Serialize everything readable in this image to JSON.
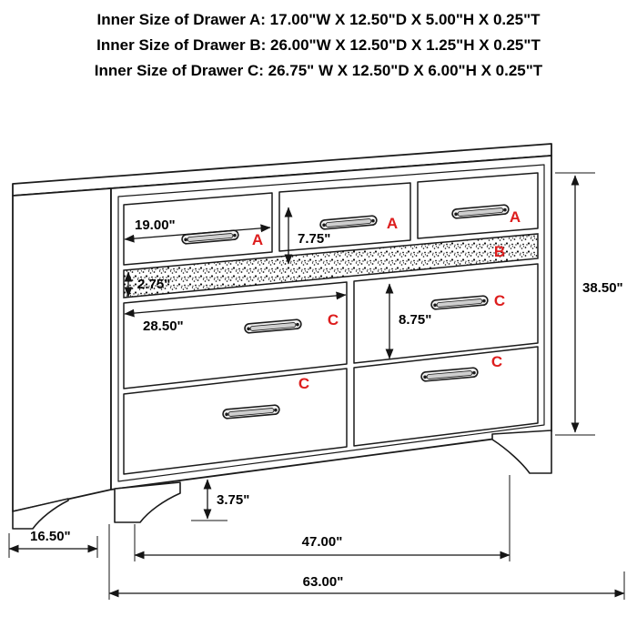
{
  "header": {
    "lines": [
      "Inner Size of Drawer A: 17.00\"W X 12.50\"D X 5.00\"H X 0.25\"T",
      "Inner Size of Drawer B: 26.00\"W X 12.50\"D X 1.25\"H X 0.25\"T",
      "Inner Size of Drawer C: 26.75\" W X 12.50\"D X 6.00\"H X 0.25\"T"
    ]
  },
  "drawer_letters": {
    "top_left": "A",
    "top_middle": "A",
    "top_right": "A",
    "jewelry_tray": "B",
    "mid_left": "C",
    "mid_right": "C",
    "bottom_left": "C",
    "bottom_right": "C"
  },
  "dimensions": {
    "drawer_a_width": "19.00\"",
    "drawer_a_face_height": "7.75\"",
    "drawer_b_face_height": "2.75\"",
    "drawer_c_width": "28.50\"",
    "drawer_c_face_height": "8.75\"",
    "overall_height": "38.50\"",
    "leg_height": "3.75\"",
    "side_depth": "16.50\"",
    "leg_span_width": "47.00\"",
    "overall_width": "63.00\""
  },
  "colors": {
    "line": "#1b1b1b",
    "label_red": "#dd1d1d",
    "dimension_text": "#000000",
    "background": "#ffffff"
  }
}
